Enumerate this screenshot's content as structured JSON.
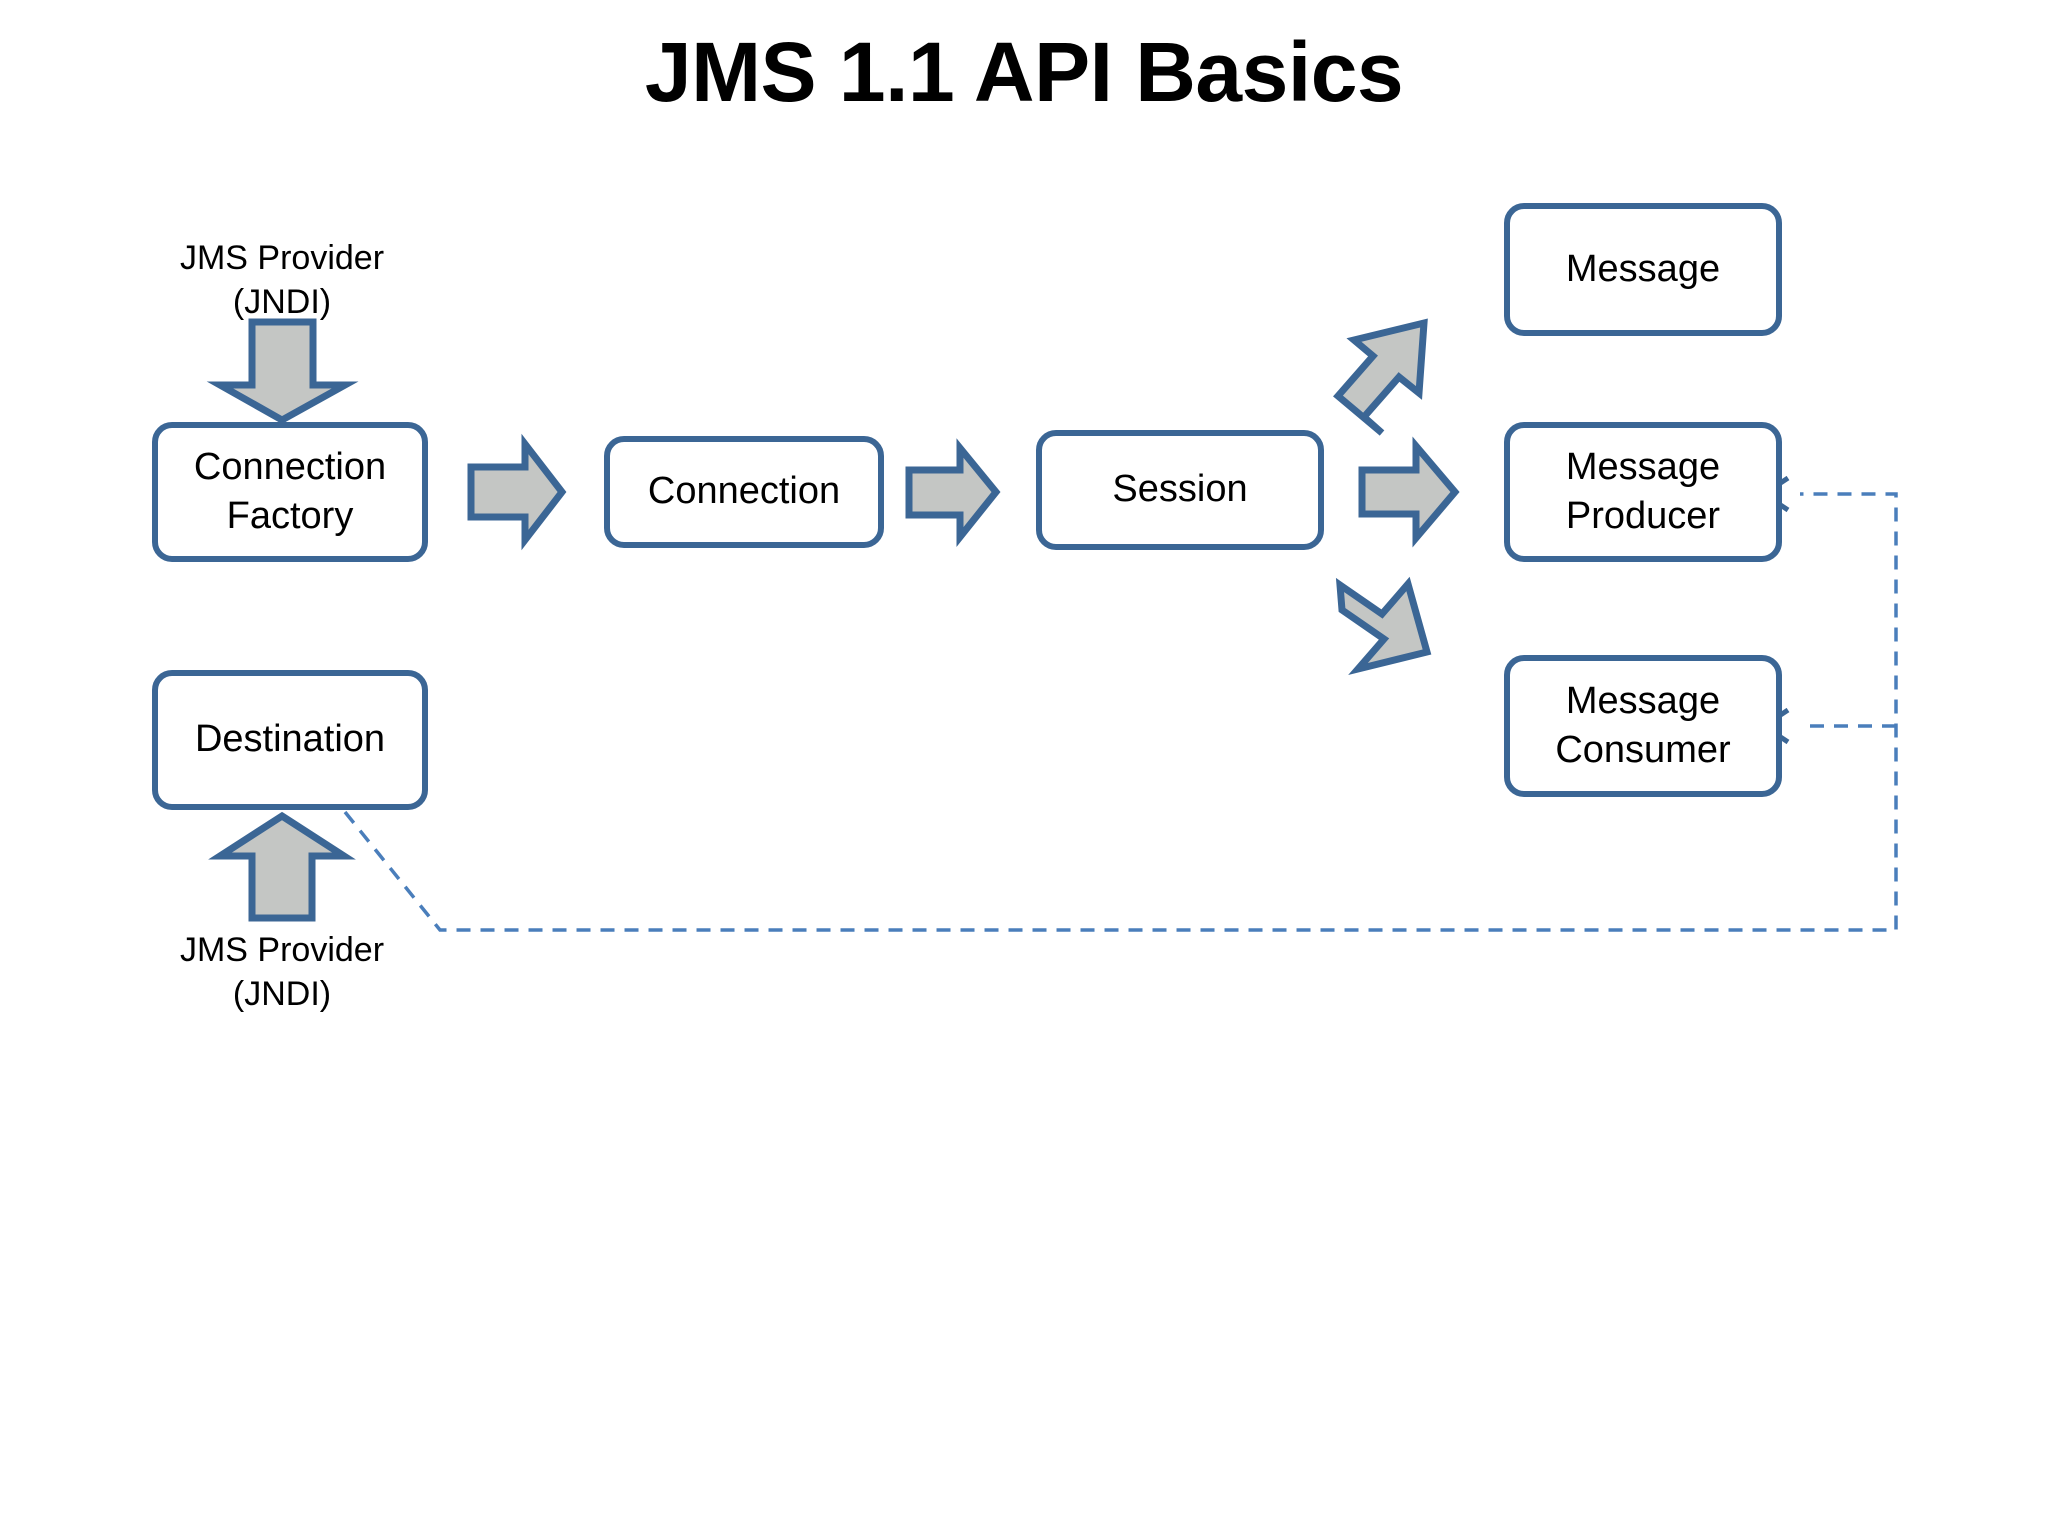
{
  "title": "JMS 1.1 API Basics",
  "nodes": {
    "connection_factory": "Connection\nFactory",
    "connection": "Connection",
    "session": "Session",
    "message": "Message",
    "message_producer": "Message\nProducer",
    "message_consumer": "Message\nConsumer",
    "destination": "Destination"
  },
  "labels": {
    "provider_top": "JMS Provider\n(JNDI)",
    "provider_bottom": "JMS Provider\n(JNDI)"
  },
  "arrows": {
    "provider_to_factory": "down-arrow-icon",
    "factory_to_connection": "right-arrow-icon",
    "connection_to_session": "right-arrow-icon",
    "session_to_producer": "right-arrow-icon",
    "session_to_message": "up-right-arrow-icon",
    "session_to_consumer": "down-right-arrow-icon",
    "provider_to_destination": "up-arrow-icon",
    "destination_to_producer": "dashed-connector-icon",
    "destination_to_consumer": "dashed-connector-icon"
  },
  "colors": {
    "box_border": "#3B6695",
    "box_fill": "#FFFFFF",
    "arrow_fill": "#C4C6C4",
    "arrow_border": "#3B6695",
    "dashed_connector": "#4A7EBB",
    "text": "#000000",
    "background": "#FFFFFF"
  }
}
